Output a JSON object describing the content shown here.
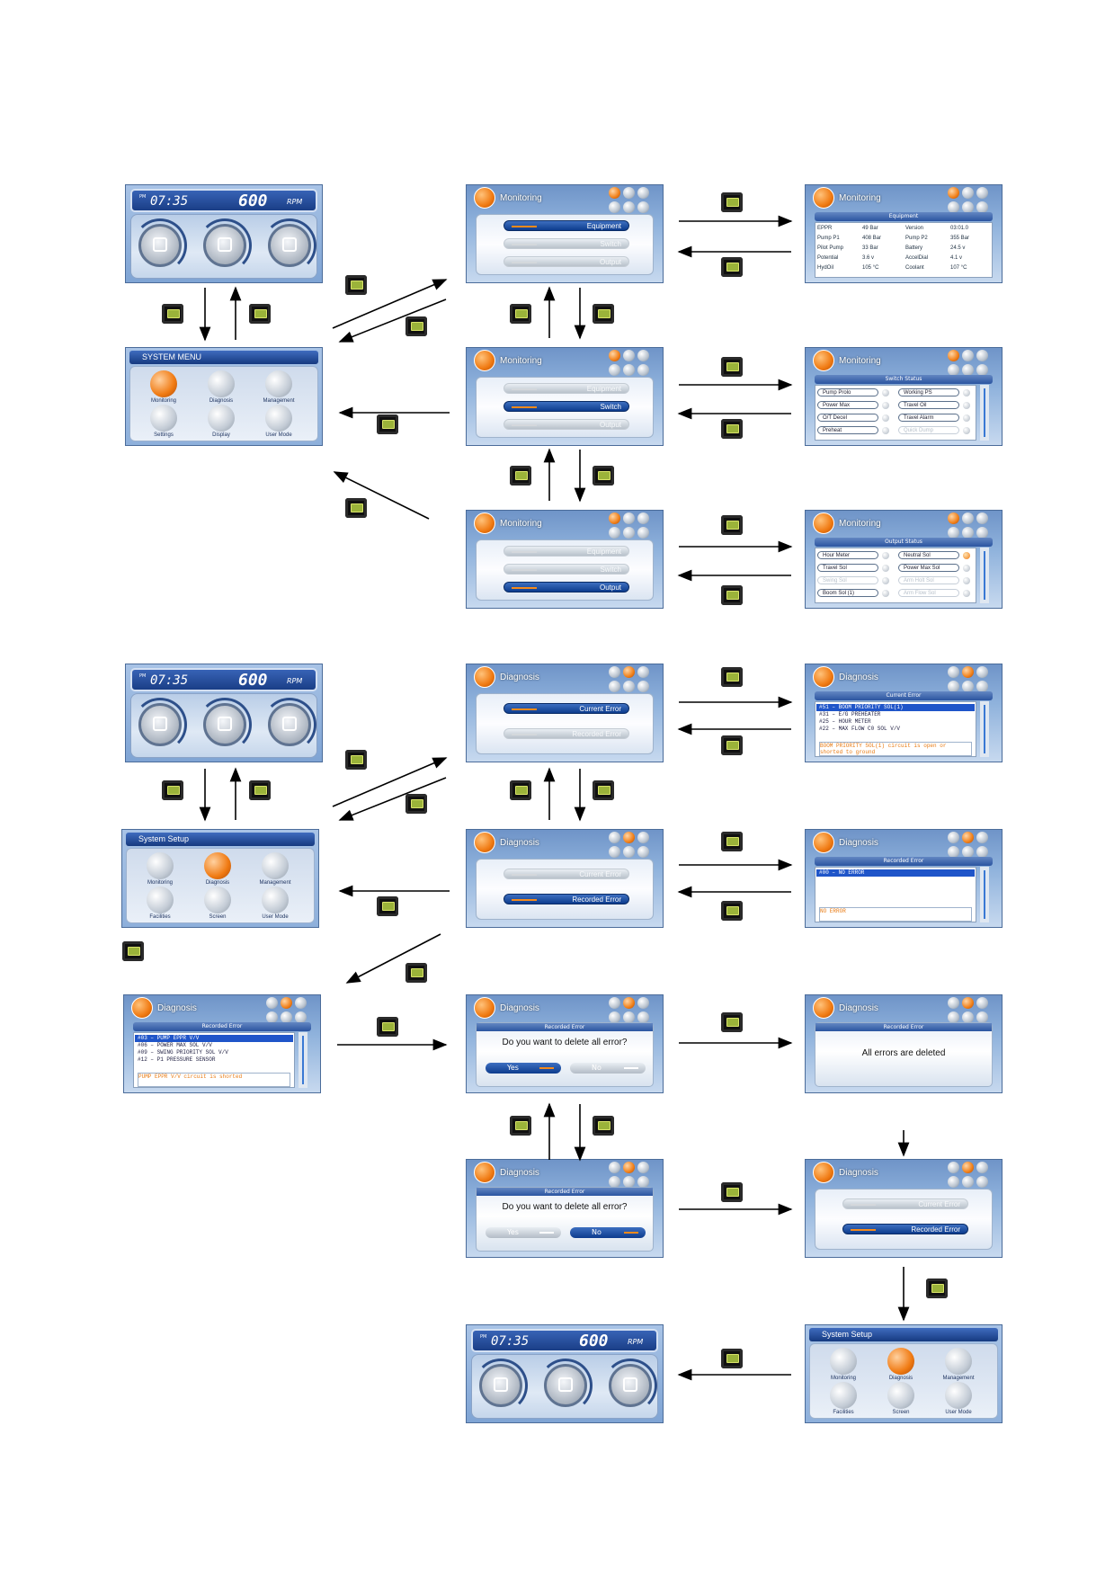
{
  "home": {
    "time": "07:35",
    "ampm": "PM",
    "rpm": "600",
    "rpm_unit": "RPM"
  },
  "menus": {
    "system_menu": {
      "title": "SYSTEM MENU",
      "items": [
        "Monitoring",
        "Diagnosis",
        "Management",
        "Settings",
        "Display",
        "User Mode"
      ]
    },
    "system_setup": {
      "title": "System Setup",
      "items": [
        "Monitoring",
        "Diagnosis",
        "Management",
        "Facilities",
        "Screen",
        "User Mode"
      ]
    }
  },
  "monitoring": {
    "title": "Monitoring",
    "options": [
      "Equipment",
      "Switch",
      "Output"
    ],
    "equipment": {
      "header": "Equipment",
      "rows": [
        [
          "EPPR",
          "49 Bar",
          "Version",
          "03:01.0"
        ],
        [
          "Pump P1",
          "408 Bar",
          "Pump P2",
          "355 Bar"
        ],
        [
          "Pilot Pump",
          "33 Bar",
          "Battery",
          "24.5 v"
        ],
        [
          "Potential",
          "3.6 v",
          "AccelDial",
          "4.1 v"
        ],
        [
          "HydOil",
          "105 °C",
          "Coolant",
          "107 °C"
        ]
      ]
    },
    "switch": {
      "header": "Switch Status",
      "items": [
        "Pump Prolo",
        "Working PS",
        "Power Max",
        "Travel Oil",
        "O/T Decel",
        "Travel Alarm",
        "Preheat",
        "Quick Dump"
      ]
    },
    "output": {
      "header": "Output Status",
      "items": [
        "Hour Meter",
        "Neutral Sol",
        "Travel Sol",
        "Power Max Sol",
        "Swing Sol",
        "Arm Holt Sol",
        "Boom Sol (1)",
        "Arm Flow Sol"
      ]
    }
  },
  "diagnosis": {
    "title": "Diagnosis",
    "options": [
      "Current Error",
      "Recorded Error"
    ],
    "current_error": {
      "header": "Current Error",
      "items": [
        "#51 – BOOM PRIORITY SOL(1)",
        "#31 – E/G PREHEATER",
        "#25 – HOUR METER",
        "#22 – MAX FLOW C0 SOL V/V"
      ],
      "message": "BOOM PRIORITY SOL(1) circuit is open or shorted to ground"
    },
    "recorded_error": {
      "header": "Recorded Error",
      "items": [
        "#00 – NO ERROR"
      ],
      "message": "NO ERROR"
    },
    "recorded_error_list": {
      "header": "Recorded Error",
      "items": [
        "#03 – PUMP EPPR V/V",
        "#06 – POWER MAX SOL V/V",
        "#09 – SWING PRIORITY SOL V/V",
        "#12 – P1 PRESSURE SENSOR"
      ],
      "message": "PUMP EPPR V/V circuit is shorted"
    },
    "delete_dialog": {
      "header": "Recorded Error",
      "question": "Do you want to delete all error?",
      "yes": "Yes",
      "no": "No"
    },
    "deleted": {
      "header": "Recorded Error",
      "message": "All errors are deleted"
    }
  },
  "keys": {
    "enter": "enter-key",
    "esc": "esc-key",
    "up": "up-key",
    "down": "down-key"
  }
}
